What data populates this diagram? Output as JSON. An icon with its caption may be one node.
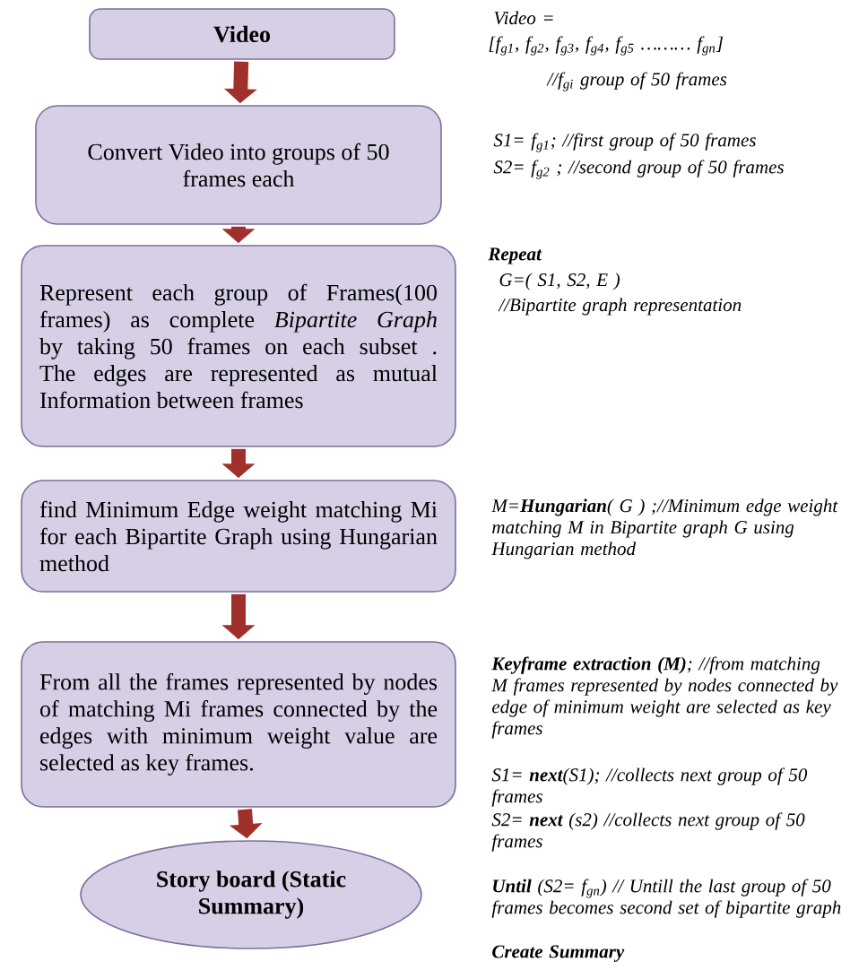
{
  "diagram": {
    "nodes": [
      {
        "text": [
          "Video"
        ]
      },
      {
        "text": [
          "Convert Video into groups of 50 frames each"
        ]
      },
      {
        "text": [
          "Represent each group of Frames(100 frames) as complete *Bipartite Graph* by taking 50 frames on each subset . The edges are represented as mutual Information between frames"
        ]
      },
      {
        "text": [
          "find Minimum Edge weight matching Mi for each Bipartite Graph using Hungarian method"
        ]
      },
      {
        "text": [
          "From all the frames represented by nodes of matching Mi frames connected by the edges with minimum weight value are selected as key frames."
        ]
      },
      {
        "text": [
          "Story board (Static Summary)"
        ]
      }
    ],
    "edges": [
      {
        "from": 0,
        "to": 1,
        "arrow": "to"
      },
      {
        "from": 1,
        "to": 2,
        "arrow": "to"
      },
      {
        "from": 2,
        "to": 3,
        "arrow": "to"
      },
      {
        "from": 3,
        "to": 4,
        "arrow": "to"
      },
      {
        "from": 4,
        "to": 5,
        "arrow": "to"
      }
    ],
    "labels": [
      "Video =",
      "[f$_{g1}$, f$_{g2}$, f$_{g3}$, f$_{g4}$, f$_{g5}$ ……… f$_{gn}$]",
      "//f$_{gi}$ group of 50 frames",
      "S1= f$_{g1}$; //first group of 50 frames",
      "S2= f$_{g2}$ ; //second group of 50 frames",
      "**Repeat**",
      "G=( S1, S2, E )",
      "//Bipartite graph representation",
      "M=**Hungarian**( G ) ;//Minimum edge weight matching M in Bipartite graph G using Hungarian method",
      "**Keyframe extraction (M)**; //from matching M frames represented by nodes connected by edge of minimum weight are selected as key frames",
      "S1= **next**(S1); //collects next group of 50 frames",
      "S2= **next** (s2) //collects next group of 50 frames",
      "**Until** (S2= f$_{gn}$) // Untill the last group of 50 frames becomes second set of bipartite graph",
      "**Create Summary**"
    ]
  }
}
